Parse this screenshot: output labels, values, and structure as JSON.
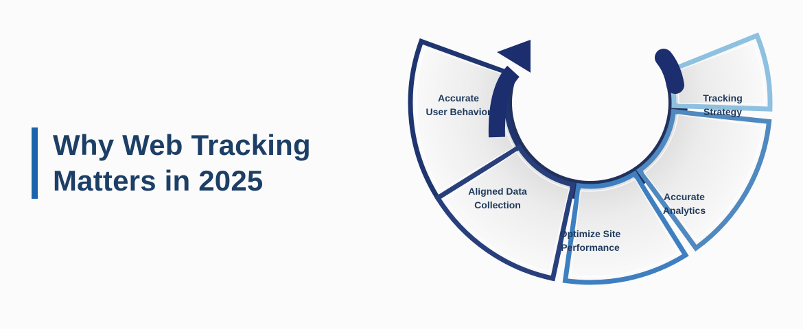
{
  "title": {
    "line1": "Why Web Tracking",
    "line2": "Matters in 2025"
  },
  "diagram": {
    "segments": [
      {
        "line1": "Accurate",
        "line2": "User Behavior",
        "color": "#1e3570"
      },
      {
        "line1": "Aligned Data",
        "line2": "Collection",
        "color": "#283f7c"
      },
      {
        "line1": "Optimize Site",
        "line2": "Performance",
        "color": "#3e7fc0"
      },
      {
        "line1": "Accurate",
        "line2": "Analytics",
        "color": "#4f89bf"
      },
      {
        "line1": "Tracking",
        "line2": "Strategy",
        "color": "#8ec0e0"
      }
    ],
    "arrow_color": "#1c2e6e",
    "tail_color": "#1c2e6e"
  }
}
